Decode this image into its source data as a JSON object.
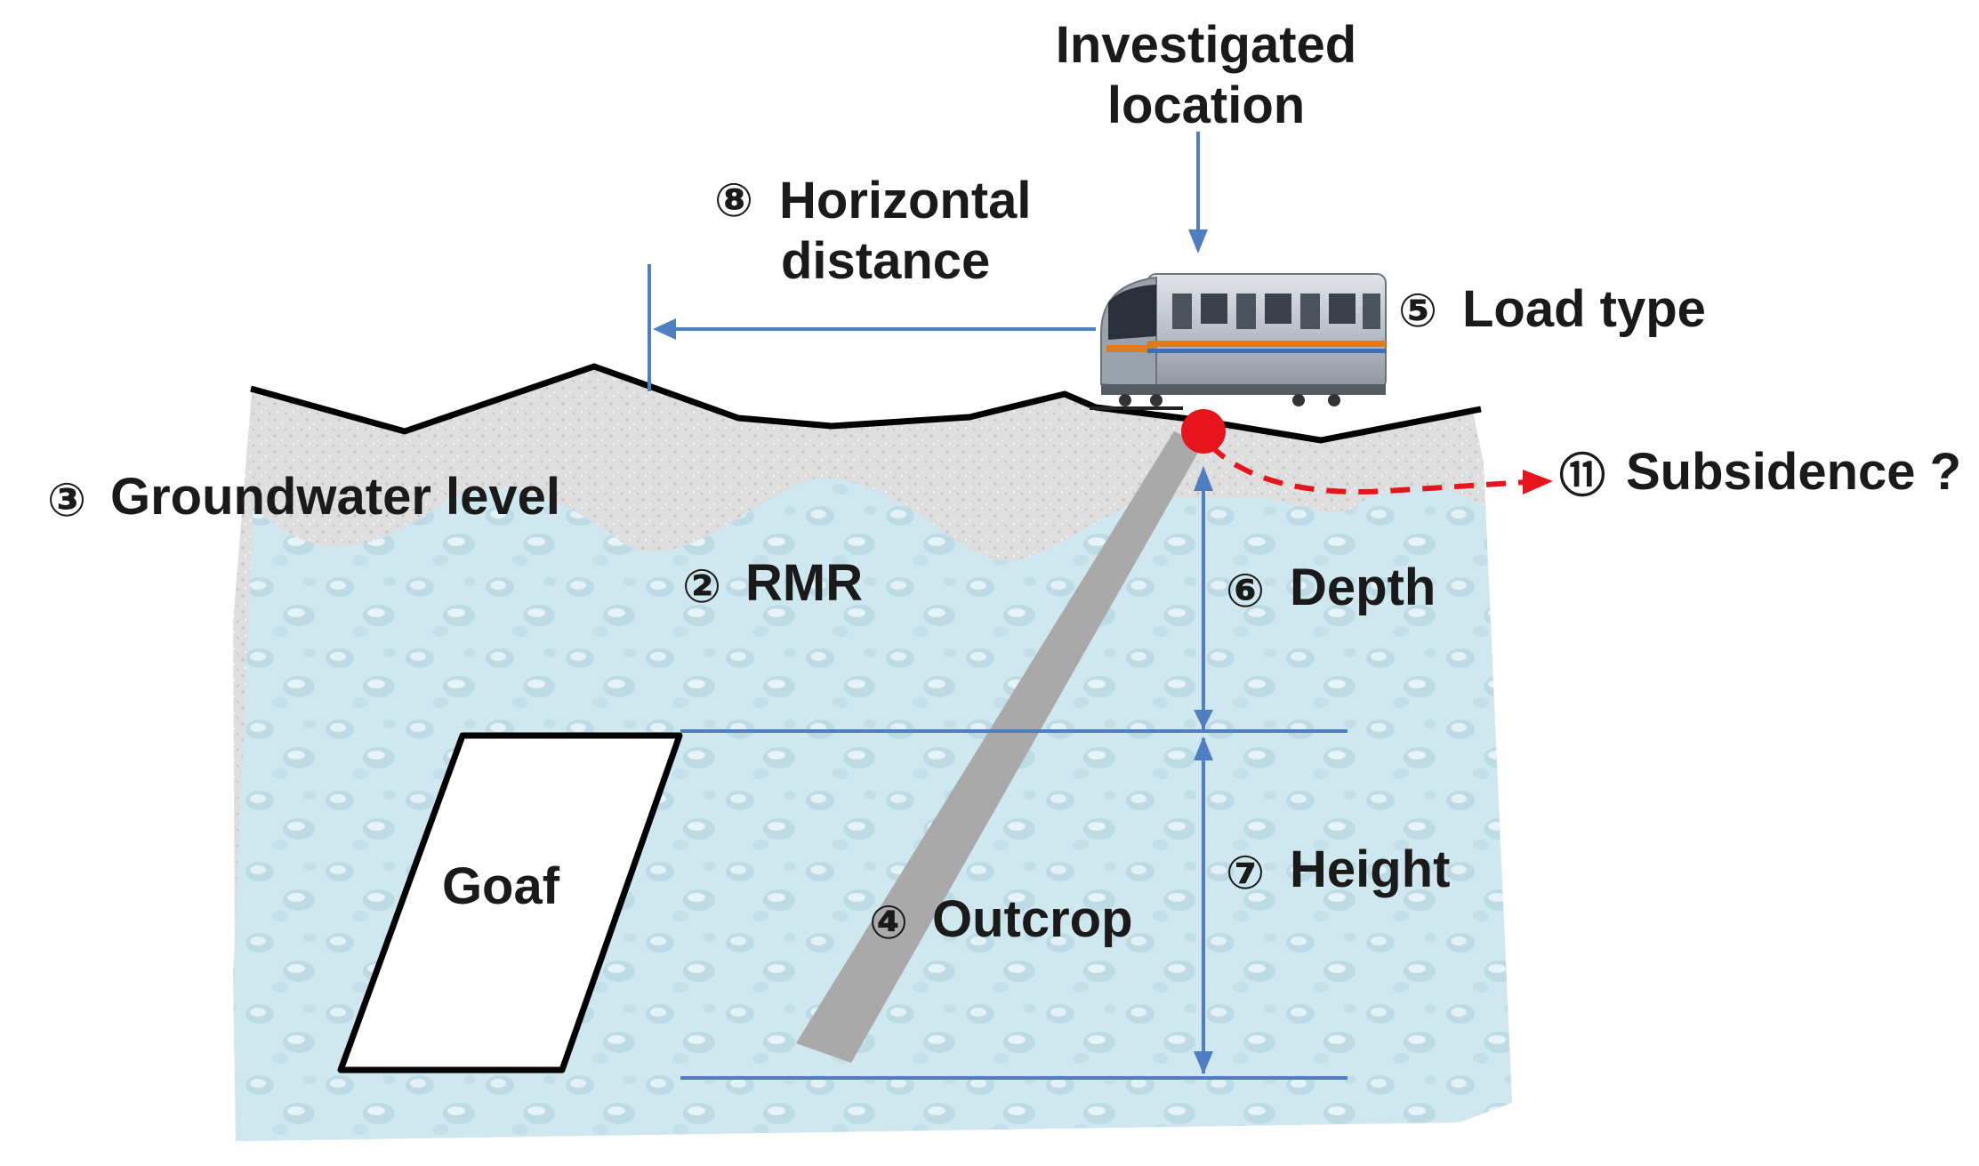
{
  "labels": {
    "investigated_location_line1": "Investigated",
    "investigated_location_line2": "location",
    "horizontal_distance_num": "⑧",
    "horizontal_distance_line1": "Horizontal",
    "horizontal_distance_line2": "distance",
    "load_type_num": "⑤",
    "load_type": "Load type",
    "groundwater_num": "③",
    "groundwater": "Groundwater level",
    "subsidence_num": "⑪",
    "subsidence": "Subsidence ?",
    "rmr_num": "②",
    "rmr": "RMR",
    "depth_num": "⑥",
    "depth": "Depth",
    "height_num": "⑦",
    "height": "Height",
    "outcrop_num": "④",
    "outcrop": "Outcrop",
    "goaf": "Goaf"
  },
  "colors": {
    "arrow_blue": "#4f7fc1",
    "subsidence_red": "#e8141b",
    "surface_line": "#000000",
    "soil_layer": "#dcdcdc",
    "water_rock": "#cde6ee",
    "outcrop_fill": "#a9a9a9",
    "train_body": "#b8bec6",
    "train_stripe": "#e07a1f"
  }
}
